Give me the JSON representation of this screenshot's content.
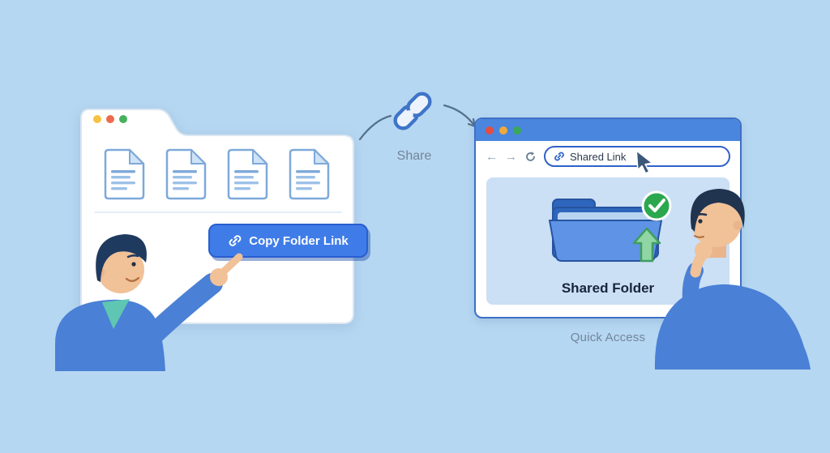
{
  "illustration": {
    "left_window": {
      "copy_button": {
        "label": "Copy Folder Link"
      },
      "document_count": 4
    },
    "center": {
      "share_label": "Share"
    },
    "right_window": {
      "address_bar": {
        "text": "Shared Link"
      },
      "folder": {
        "label": "Shared Folder"
      },
      "caption": "Quick Access"
    }
  },
  "icons": {
    "link": "chain-link",
    "back": "←",
    "forward": "→",
    "refresh": "circular-arrow",
    "check": "✓",
    "upload_arrow": "up-arrow",
    "cursor": "pointer-arrow",
    "document": "page-with-folded-corner",
    "folder": "open-folder"
  },
  "colors": {
    "background": "#b6d7f1",
    "accent": "#3f7ce8",
    "accent-dark": "#2a5ed0",
    "window-blue": "#4a86dd",
    "panel-blue": "#cbdff5",
    "success-green": "#2ba84e",
    "text-dark": "#17263d",
    "text-muted": "#72859b",
    "skin": "#f1c197",
    "hair": "#1f3a5f",
    "shirt": "#4a80d6",
    "teal": "#5ec6b2"
  }
}
